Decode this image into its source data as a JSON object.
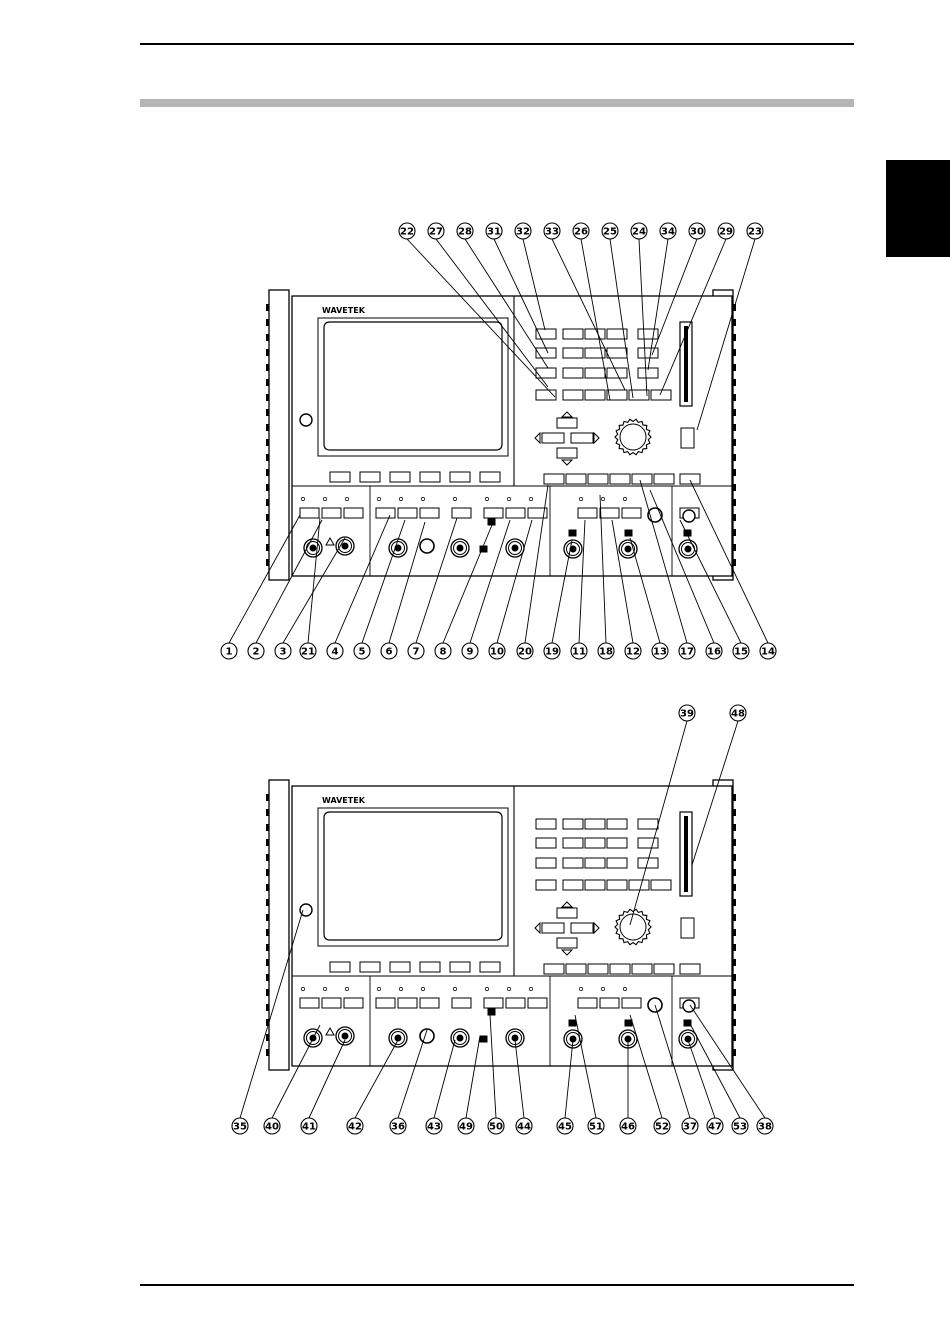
{
  "page": {
    "brand_text": "WAVETEK"
  },
  "figure1": {
    "top_callouts": [
      "22",
      "27",
      "28",
      "31",
      "32",
      "33",
      "26",
      "25",
      "24",
      "34",
      "30",
      "29",
      "23"
    ],
    "bottom_callouts": [
      "1",
      "2",
      "3",
      "21",
      "4",
      "5",
      "6",
      "7",
      "8",
      "9",
      "10",
      "20",
      "19",
      "11",
      "18",
      "12",
      "13",
      "17",
      "16",
      "15",
      "14"
    ]
  },
  "figure2": {
    "top_callouts": [
      "39",
      "48"
    ],
    "bottom_callouts": [
      "35",
      "40",
      "41",
      "42",
      "36",
      "43",
      "49",
      "50",
      "44",
      "45",
      "51",
      "46",
      "52",
      "37",
      "47",
      "53",
      "38"
    ]
  },
  "colors": {
    "ink": "#000000",
    "rule_gray": "#b5b5b5",
    "panel_fill": "#ffffff"
  }
}
